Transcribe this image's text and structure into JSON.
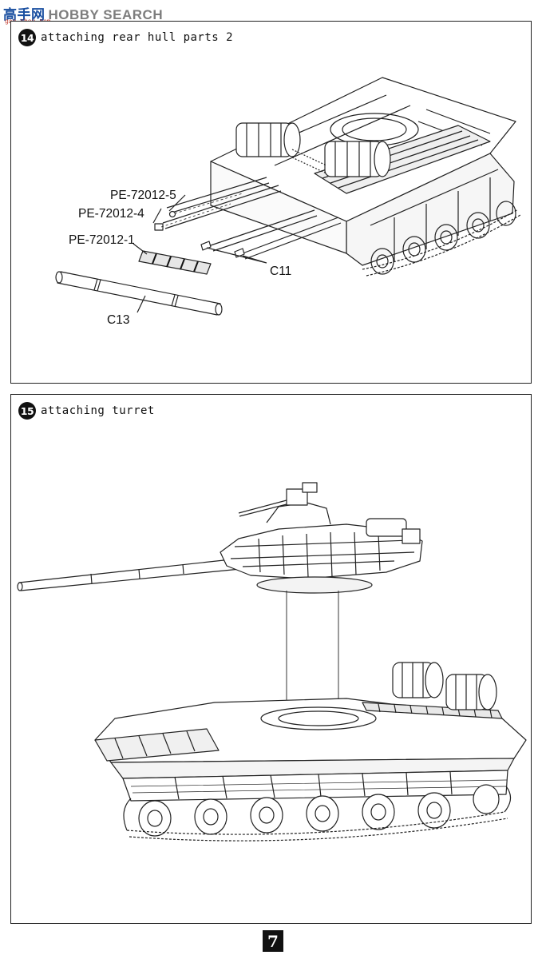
{
  "watermark": {
    "cn": "高手网",
    "en": "HOBBY SEARCH",
    "url": "gao-shou.com"
  },
  "steps": [
    {
      "number": "14",
      "title": "attaching rear hull parts 2",
      "labels": {
        "pe5": "PE-72012-5",
        "pe4": "PE-72012-4",
        "pe1": "PE-72012-1",
        "c11": "C11",
        "c13": "C13"
      }
    },
    {
      "number": "15",
      "title": "attaching turret"
    }
  ],
  "page_number": "7"
}
